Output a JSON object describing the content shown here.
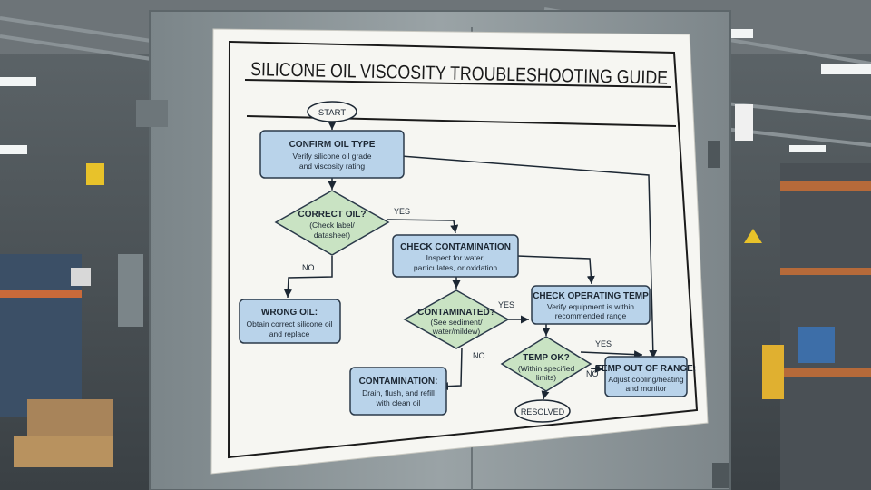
{
  "poster": {
    "title": "SILICONE OIL VISCOSITY TROUBLESHOOTING GUIDE"
  },
  "flowchart": {
    "start": "START",
    "confirm": {
      "title": "CONFIRM OIL TYPE",
      "line1": "Verify silicone oil grade",
      "line2": "and viscosity rating"
    },
    "correct": {
      "title": "CORRECT OIL?",
      "line1": "(Check label/",
      "line2": "datasheet)"
    },
    "wrong": {
      "title": "WRONG OIL:",
      "line1": "Obtain correct silicone oil",
      "line2": "and replace"
    },
    "check_contam": {
      "title": "CHECK CONTAMINATION",
      "line1": "Inspect for water,",
      "line2": "particulates, or oxidation"
    },
    "contaminated": {
      "title": "CONTAMINATED?",
      "line1": "(See sediment/",
      "line2": "water/mildew)"
    },
    "contamination": {
      "title": "CONTAMINATION:",
      "line1": "Drain, flush, and refill",
      "line2": "with clean oil"
    },
    "check_temp": {
      "title": "CHECK OPERATING TEMP",
      "line1": "Verify equipment is within",
      "line2": "recommended range"
    },
    "temp_ok": {
      "title": "TEMP OK?",
      "line1": "(Within specified",
      "line2": "limits)"
    },
    "temp_out": {
      "title": "TEMP OUT OF RANGE:",
      "line1": "Adjust cooling/heating",
      "line2": "and monitor"
    },
    "resolved": "RESOLVED",
    "labels": {
      "yes1": "YES",
      "no1": "NO",
      "yes2": "YES",
      "no2": "NO",
      "yes3": "YES",
      "no3": "NO"
    }
  },
  "colors": {
    "box_fill": "#b9d3ea",
    "diamond_fill": "#c9e3c3",
    "paper": "#f6f6f2",
    "cabinet": "#8e989c"
  }
}
